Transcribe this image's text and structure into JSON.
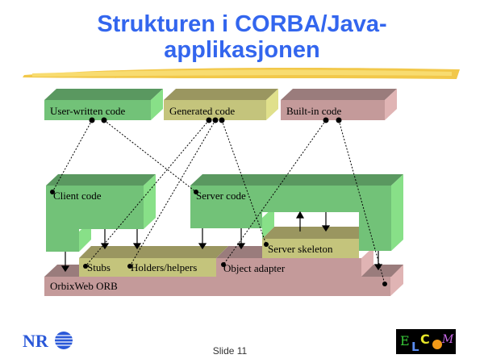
{
  "title": {
    "line1": "Strukturen i CORBA/Java-",
    "line2": "applikasjonen"
  },
  "legend": {
    "user_written": "User-written code",
    "generated": "Generated code",
    "built_in": "Built-in code"
  },
  "components": {
    "client_code": "Client code",
    "server_code": "Server code",
    "server_skeleton": "Server skeleton",
    "stubs": "Stubs",
    "holders_helpers": "Holders/helpers",
    "object_adapter": "Object adapter",
    "orb": "OrbixWeb ORB"
  },
  "colors": {
    "title": "#3366ee",
    "green_front": "#72c278",
    "green_top": "#5a9860",
    "green_side": "#88e088",
    "yellow_front": "#c4c47c",
    "yellow_top": "#9a9660",
    "yellow_side": "#e0e08c",
    "pink_front": "#c49a9a",
    "pink_top": "#9a7c7c",
    "pink_side": "#e0b4b4"
  },
  "footer": {
    "slide_label": "Slide 11",
    "left_logo": "NR",
    "right_logo_letters": [
      "E",
      "L",
      "C",
      "o",
      "M"
    ]
  }
}
